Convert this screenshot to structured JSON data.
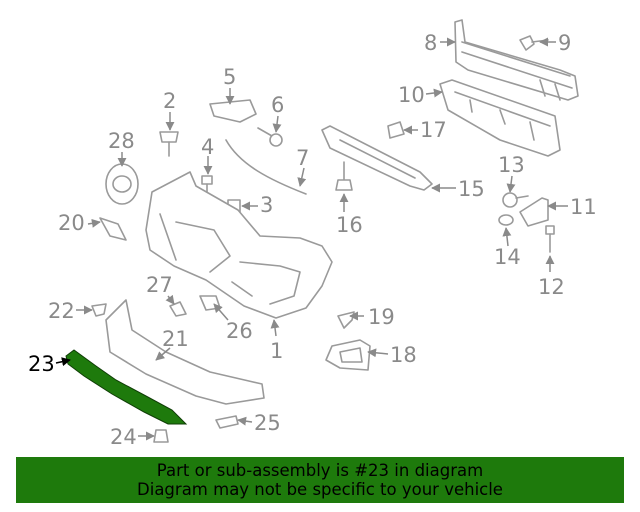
{
  "diagram": {
    "highlight_color": "#1e7a0c",
    "callouts": {
      "c1": "1",
      "c2": "2",
      "c3": "3",
      "c4": "4",
      "c5": "5",
      "c6": "6",
      "c7": "7",
      "c8": "8",
      "c9": "9",
      "c10": "10",
      "c11": "11",
      "c12": "12",
      "c13": "13",
      "c14": "14",
      "c15": "15",
      "c16": "16",
      "c17": "17",
      "c18": "18",
      "c19": "19",
      "c20": "20",
      "c21": "21",
      "c22": "22",
      "c23": "23",
      "c24": "24",
      "c25": "25",
      "c26": "26",
      "c27": "27",
      "c28": "28"
    }
  },
  "banner": {
    "background": "#1e7a0c",
    "line1": "Part or sub-assembly is #23 in diagram",
    "line2": "Diagram may not be specific to your vehicle"
  }
}
